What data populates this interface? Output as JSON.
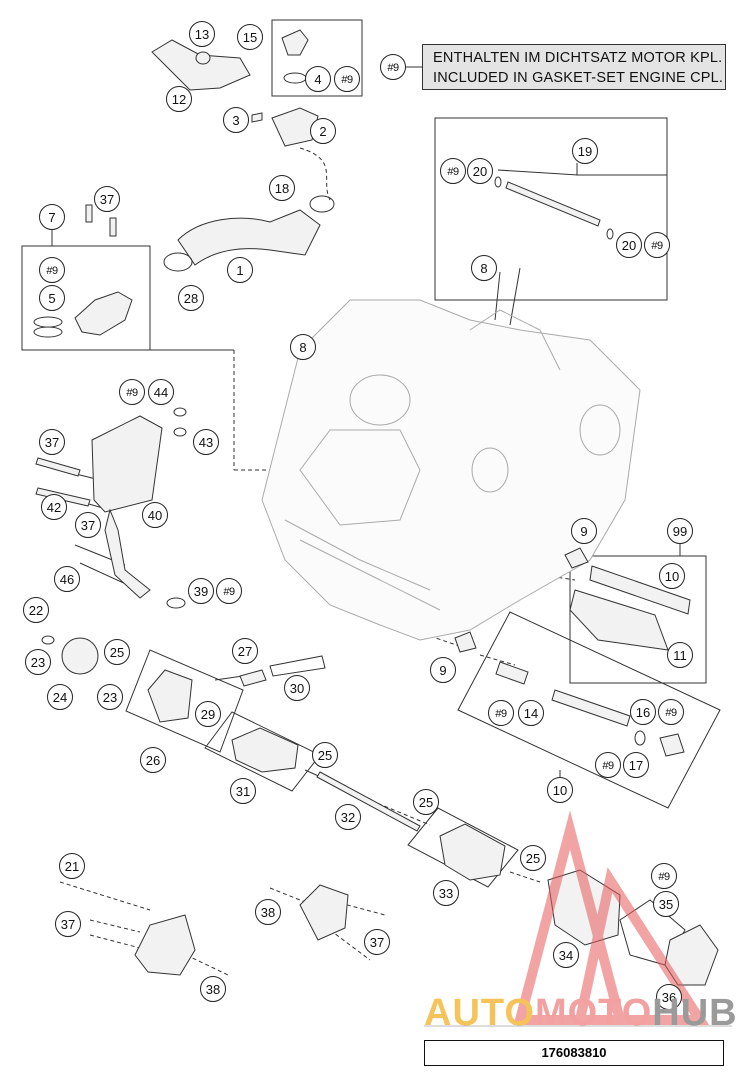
{
  "note": {
    "ref": "#9",
    "line1": "ENTHALTEN IM DICHTSATZ MOTOR KPL.",
    "line2": "INCLUDED IN GASKET-SET ENGINE CPL."
  },
  "part_number": "176083810",
  "watermark": {
    "part1": "AUTO",
    "part2": "MOTO",
    "part3": "HUB"
  },
  "colors": {
    "line": "#333333",
    "part_fill": "#f2f2f2",
    "note_bg": "#e4e4e4",
    "watermark_red": "#e85a5a"
  },
  "callouts": {
    "c1": "1",
    "c2": "2",
    "c3": "3",
    "c4": "4",
    "c5": "5",
    "c7": "7",
    "c8a": "8",
    "c8b": "8",
    "c9a": "9",
    "c9b": "9",
    "c10a": "10",
    "c10b": "10",
    "c11": "11",
    "c12": "12",
    "c13": "13",
    "c14": "14",
    "c15": "15",
    "c16": "16",
    "c17": "17",
    "c18": "18",
    "c19": "19",
    "c20a": "20",
    "c20b": "20",
    "c21": "21",
    "c22": "22",
    "c23a": "23",
    "c23b": "23",
    "c24": "24",
    "c25a": "25",
    "c25b": "25",
    "c25c": "25",
    "c25d": "25",
    "c26": "26",
    "c27": "27",
    "c28": "28",
    "c29": "29",
    "c30": "30",
    "c31": "31",
    "c32": "32",
    "c33": "33",
    "c34": "34",
    "c35": "35",
    "c36": "36",
    "c37a": "37",
    "c37b": "37",
    "c37c": "37",
    "c37d": "37",
    "c37e": "37",
    "c38a": "38",
    "c38b": "38",
    "c39": "39",
    "c40": "40",
    "c42": "42",
    "c43": "43",
    "c44": "44",
    "c46": "46",
    "c99": "99",
    "g1": "#9",
    "g2": "#9",
    "g3": "#9",
    "g4": "#9",
    "g5": "#9",
    "g6": "#9",
    "g7": "#9",
    "g8": "#9",
    "g9": "#9",
    "g10": "#9",
    "g11": "#9"
  }
}
